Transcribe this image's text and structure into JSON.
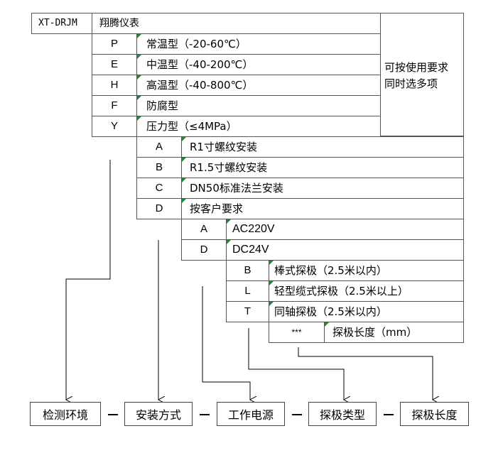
{
  "header": {
    "model": "XT-DRJM",
    "brand": "翔腾仪表"
  },
  "note": {
    "line1": "可按使用要求",
    "line2": "同时选多项"
  },
  "env_options": [
    {
      "code": "P",
      "desc": "常温型（-20-60℃）"
    },
    {
      "code": "E",
      "desc": "中温型（-40-200℃）"
    },
    {
      "code": "H",
      "desc": "高温型（-40-800℃）"
    },
    {
      "code": "F",
      "desc": "防腐型"
    },
    {
      "code": "Y",
      "desc": "压力型（≤4MPa）"
    }
  ],
  "install_options": [
    {
      "code": "A",
      "desc": "R1寸螺纹安装"
    },
    {
      "code": "B",
      "desc": "R1.5寸螺纹安装"
    },
    {
      "code": "C",
      "desc": "DN50标准法兰安装"
    },
    {
      "code": "D",
      "desc": "按客户要求"
    }
  ],
  "power_options": [
    {
      "code": "A",
      "desc": "AC220V"
    },
    {
      "code": "D",
      "desc": "DC24V"
    }
  ],
  "probe_options": [
    {
      "code": "B",
      "desc": "棒式探极（2.5米以内）"
    },
    {
      "code": "L",
      "desc": "轻型缆式探极（2.5米以上）"
    },
    {
      "code": "T",
      "desc": "同轴探极（2.5米以内）"
    }
  ],
  "length": {
    "code": "***",
    "desc": "探极长度（mm）"
  },
  "categories": [
    "检测环境",
    "安装方式",
    "工作电源",
    "探极类型",
    "探极长度"
  ]
}
